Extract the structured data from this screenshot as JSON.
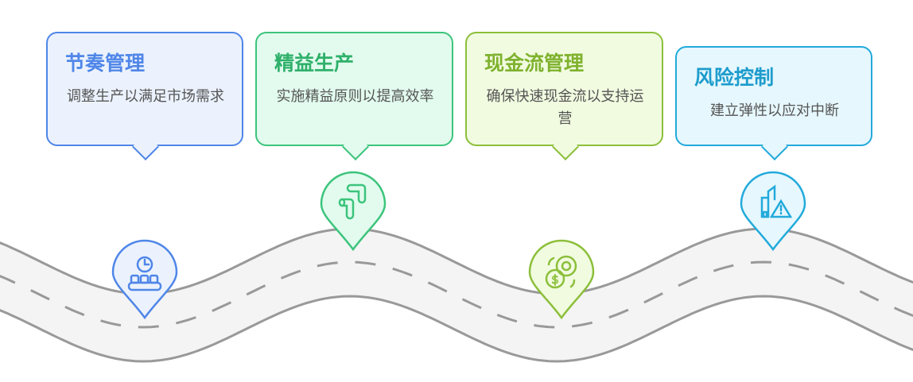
{
  "steps": [
    {
      "title": "节奏管理",
      "desc": "调整生产以满足市场需求",
      "icon": "conveyor-clock-icon",
      "stroke": "#4f86e8",
      "fill": "#ebf2fd",
      "title_color": "#4f86e8"
    },
    {
      "title": "精益生产",
      "desc": "实施精益原则以提高效率",
      "icon": "pipe-icon",
      "stroke": "#3cc47c",
      "fill": "#e2fbee",
      "title_color": "#2fb06a"
    },
    {
      "title": "现金流管理",
      "desc": "确保快速现金流以支持运营",
      "icon": "cash-flow-icon",
      "stroke": "#8cbf3a",
      "fill": "#f1fbe0",
      "title_color": "#7fb22e"
    },
    {
      "title": "风险控制",
      "desc": "建立弹性以应对中断",
      "icon": "building-warning-icon",
      "stroke": "#22aadb",
      "fill": "#e6f7fd",
      "title_color": "#1d9ccc"
    }
  ]
}
